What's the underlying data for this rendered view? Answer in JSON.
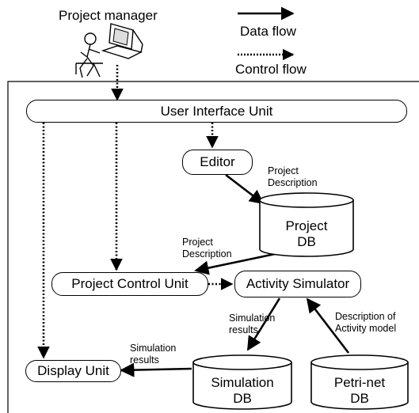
{
  "actor": {
    "label": "Project manager"
  },
  "legend": {
    "data_flow": "Data flow",
    "control_flow": "Control flow"
  },
  "nodes": {
    "ui_unit": "User Interface Unit",
    "editor": "Editor",
    "project_control": "Project Control Unit",
    "activity_simulator": "Activity Simulator",
    "display_unit": "Display Unit"
  },
  "databases": {
    "project": {
      "line1": "Project",
      "line2": "DB"
    },
    "simulation": {
      "line1": "Simulation",
      "line2": "DB"
    },
    "petri": {
      "line1": "Petri-net",
      "line2": "DB"
    }
  },
  "edge_labels": {
    "editor_to_db": {
      "line1": "Project",
      "line2": "Description"
    },
    "db_to_control": {
      "line1": "Project",
      "line2": "Description"
    },
    "sim_results_1": {
      "line1": "Simulation",
      "line2": "results"
    },
    "sim_results_2": {
      "line1": "Simulation",
      "line2": "results"
    },
    "activity_model": {
      "line1": "Description of",
      "line2": "Activity model"
    }
  }
}
